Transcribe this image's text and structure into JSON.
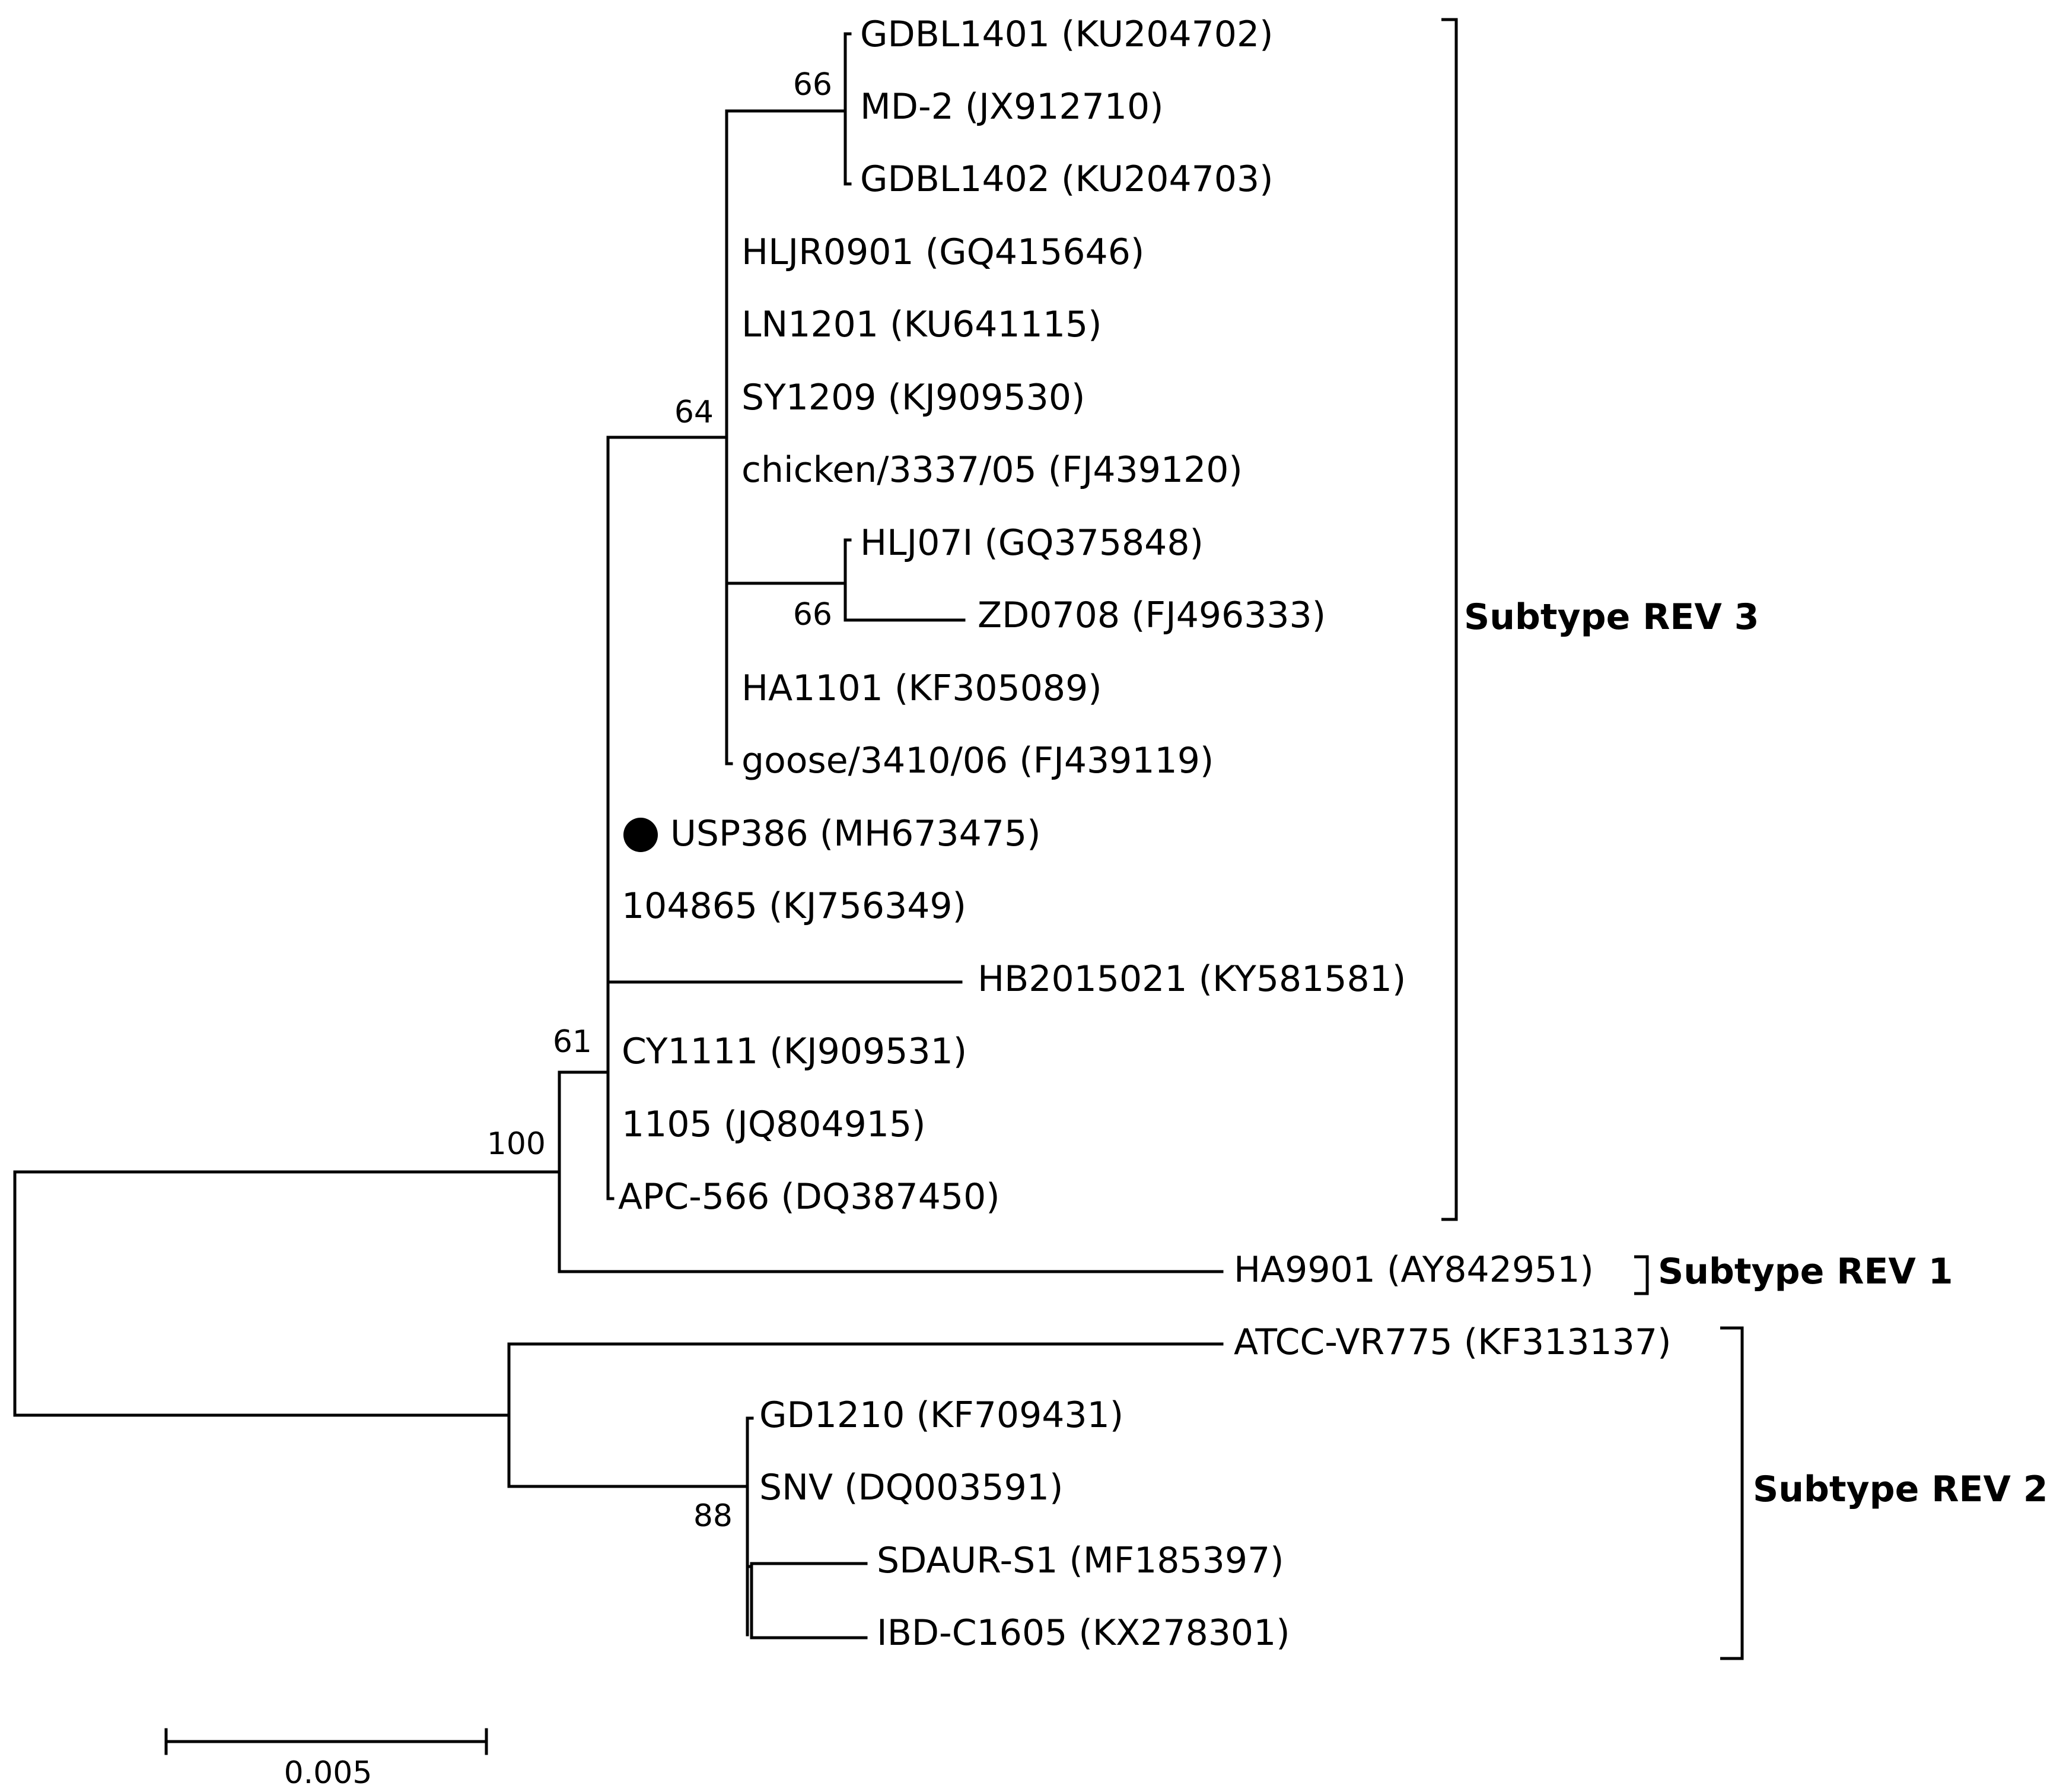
{
  "tree": {
    "taxa": [
      {
        "id": "t1",
        "label": "GDBL1401 (KU204702)"
      },
      {
        "id": "t2",
        "label": "MD-2 (JX912710)"
      },
      {
        "id": "t3",
        "label": "GDBL1402 (KU204703)"
      },
      {
        "id": "t4",
        "label": "HLJR0901 (GQ415646)"
      },
      {
        "id": "t5",
        "label": "LN1201 (KU641115)"
      },
      {
        "id": "t6",
        "label": "SY1209 (KJ909530)"
      },
      {
        "id": "t7",
        "label": "chicken/3337/05 (FJ439120)"
      },
      {
        "id": "t8",
        "label": "HLJ07I (GQ375848)"
      },
      {
        "id": "t9",
        "label": "ZD0708 (FJ496333)"
      },
      {
        "id": "t10",
        "label": "HA1101 (KF305089)"
      },
      {
        "id": "t11",
        "label": "goose/3410/06 (FJ439119)"
      },
      {
        "id": "t12",
        "label": "USP386 (MH673475)",
        "highlight": true
      },
      {
        "id": "t13",
        "label": "104865 (KJ756349)"
      },
      {
        "id": "t14",
        "label": "HB2015021 (KY581581)"
      },
      {
        "id": "t15",
        "label": "CY1111 (KJ909531)"
      },
      {
        "id": "t16",
        "label": "1105 (JQ804915)"
      },
      {
        "id": "t17",
        "label": "APC-566 (DQ387450)"
      },
      {
        "id": "t18",
        "label": "HA9901 (AY842951)"
      },
      {
        "id": "t19",
        "label": "ATCC-VR775 (KF313137)"
      },
      {
        "id": "t20",
        "label": "GD1210 (KF709431)"
      },
      {
        "id": "t21",
        "label": "SNV (DQ003591)"
      },
      {
        "id": "t22",
        "label": "SDAUR-S1 (MF185397)"
      },
      {
        "id": "t23",
        "label": "IBD-C1605 (KX278301)"
      }
    ],
    "bootstrap": {
      "b_md2_clade": "66",
      "b_hlj_clade": "66",
      "b_sub3_inner": "64",
      "b_sub3": "61",
      "b_rev13": "100",
      "b_rev2_inner": "88"
    },
    "groups": {
      "rev3": "Subtype REV 3",
      "rev1": "Subtype REV 1",
      "rev2": "Subtype REV 2"
    },
    "scale_bar": {
      "label": "0.005",
      "value": 0.005
    },
    "colors": {
      "line": "#000000",
      "background": "#ffffff"
    }
  }
}
